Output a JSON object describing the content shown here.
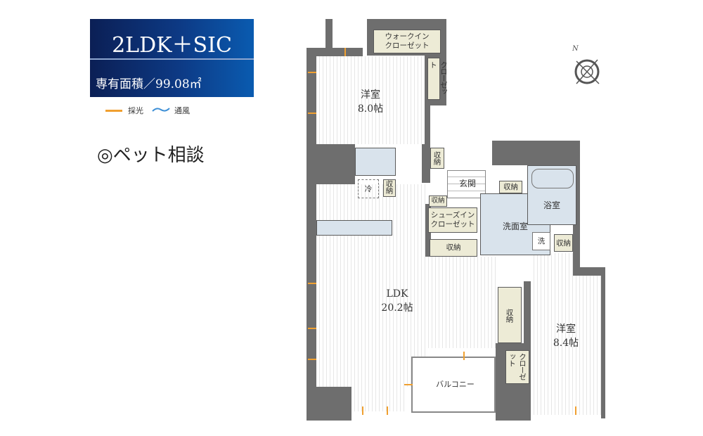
{
  "header": {
    "type": "2LDK＋SIC",
    "area": "専有面積／99.08㎡"
  },
  "legend": {
    "light_label": "採光",
    "wind_label": "通風",
    "light_color": "#f0a030",
    "wind_color": "#3d8fd6"
  },
  "note": "◎ペット相談",
  "rooms": {
    "western1": {
      "name": "洋室",
      "size": "8.0帖"
    },
    "western2": {
      "name": "洋室",
      "size": "8.4帖"
    },
    "ldk": {
      "name": "LDK",
      "size": "20.2帖"
    },
    "wic": "ウォークイン\nクローゼット",
    "closet": "クローゼット",
    "storage": "収納",
    "fridge": "冷",
    "entrance": "玄関",
    "sic": "シューズイン\nクローゼット",
    "washroom": "洗面室",
    "bath": "浴室",
    "washer": "洗",
    "balcony": "バルコニー"
  },
  "compass": {
    "north": "N"
  }
}
